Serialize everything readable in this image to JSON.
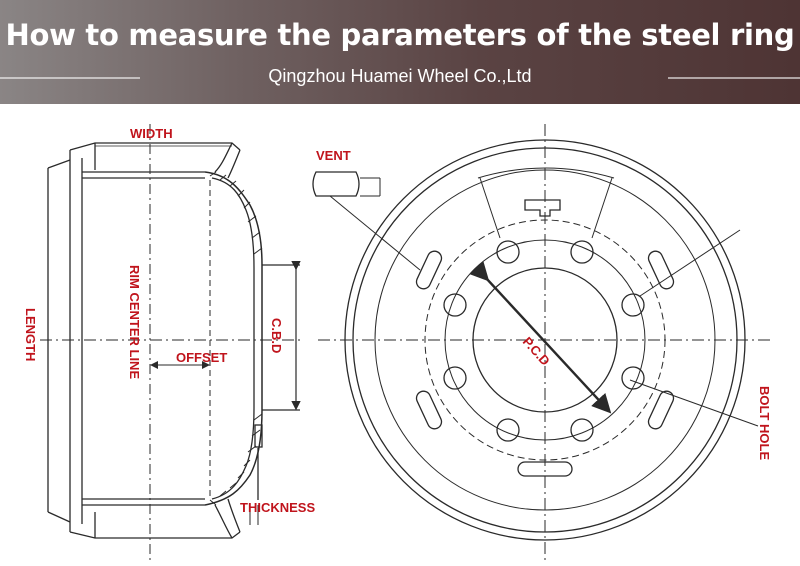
{
  "header": {
    "title": "How to measure the parameters of the steel ring",
    "subtitle": "Qingzhou Huamei Wheel Co.,Ltd"
  },
  "labels": {
    "width": "WIDTH",
    "length": "LENGTH",
    "rim_center_line": "RIM CENTER LINE",
    "offset": "OFFSET",
    "cbd": "C.B.D",
    "thickness": "THICKNESS",
    "vent": "VENT",
    "pcd": "P.C.D",
    "bolt_hole": "BOLT HOLE"
  },
  "colors": {
    "label": "#c0141c",
    "line": "#2a2a2a"
  }
}
